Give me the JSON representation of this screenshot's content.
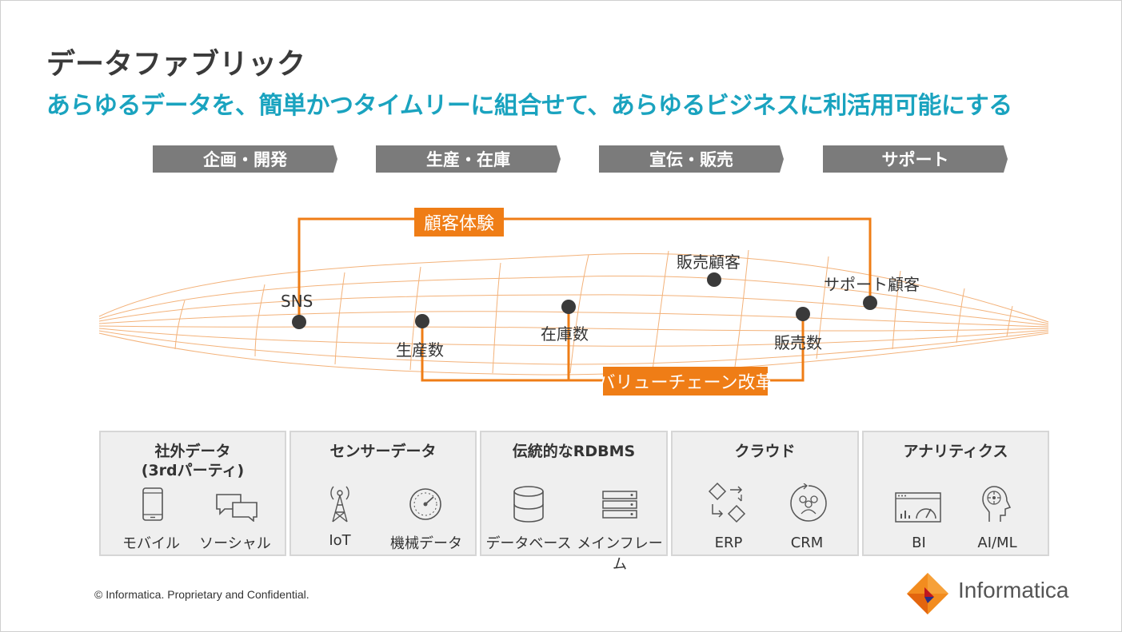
{
  "title": "データファブリック",
  "subtitle": "あらゆるデータを、簡単かつタイムリーに組合せて、あらゆるビジネスに利活用可能にする",
  "stages": [
    "企画・開発",
    "生産・在庫",
    "宣伝・販売",
    "サポート"
  ],
  "customer_experience_label": "顧客体験",
  "value_chain_label": "バリューチェーン改革",
  "nodes": {
    "sns": "SNS",
    "production": "生産数",
    "inventory": "在庫数",
    "sales_customer": "販売顧客",
    "sales_count": "販売数",
    "support_customer": "サポート顧客"
  },
  "sources": [
    {
      "title": "社外データ",
      "title_sub": "(3rdパーティ)",
      "items": [
        "モバイル",
        "ソーシャル"
      ],
      "icons": [
        "mobile-phone-icon",
        "chat-bubbles-icon"
      ]
    },
    {
      "title": "センサーデータ",
      "items": [
        "IoT",
        "機械データ"
      ],
      "icons": [
        "antenna-tower-icon",
        "gauge-dial-icon"
      ]
    },
    {
      "title": "伝統的なRDBMS",
      "items": [
        "データベース",
        "メインフレーム"
      ],
      "icons": [
        "database-cylinder-icon",
        "server-rack-icon"
      ]
    },
    {
      "title": "クラウド",
      "items": [
        "ERP",
        "CRM"
      ],
      "icons": [
        "erp-flow-icon",
        "crm-people-cycle-icon"
      ]
    },
    {
      "title": "アナリティクス",
      "items": [
        "BI",
        "AI/ML"
      ],
      "icons": [
        "dashboard-gauge-icon",
        "ai-head-icon"
      ]
    }
  ],
  "footer": "© Informatica. Proprietary and Confidential.",
  "brand": "Informatica",
  "colors": {
    "accent_orange": "#ef7d16",
    "subtitle_teal": "#1aa3bf",
    "stage_gray": "#7b7b7b",
    "source_bg": "#efefef"
  }
}
